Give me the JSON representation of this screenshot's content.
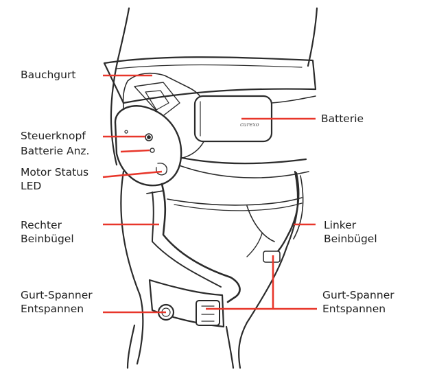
{
  "labels": {
    "bauchgurt": "Bauchgurt",
    "batterie": "Batterie",
    "steuerknopf": "Steuerknopf",
    "batterie_anz": "Batterie Anz.",
    "motor_status_line1": "Motor Status",
    "motor_status_line2": "LED",
    "rechter_line1": "Rechter",
    "rechter_line2": "Beinbügel",
    "linker_line1": "Linker",
    "linker_line2": "Beinbügel",
    "gurt_left_line1": "Gurt-Spanner",
    "gurt_left_line2": "Entspannen",
    "gurt_right_line1": "Gurt-Spanner",
    "gurt_right_line2": "Entspannen"
  },
  "device_brand": "curexo",
  "colors": {
    "leader_line": "#e8362a",
    "outline": "#2b2b2b",
    "label_text": "#222222",
    "background": "#ffffff"
  }
}
